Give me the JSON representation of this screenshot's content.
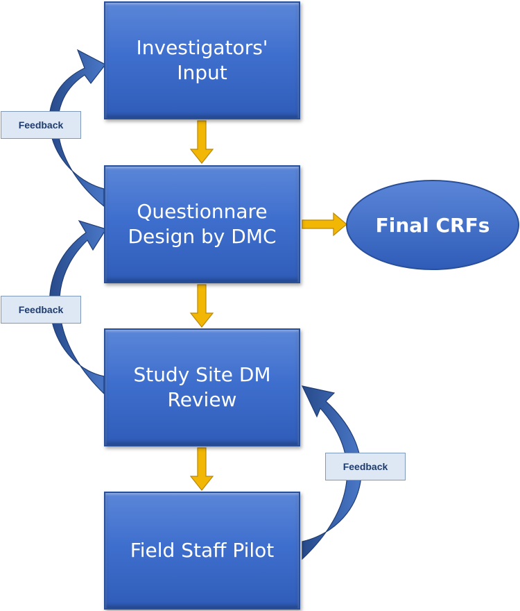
{
  "boxes": {
    "investigators_input": "Investigators'\nInput",
    "questionnaire_design": "Questionnare\nDesign by DMC",
    "study_site_review": "Study Site DM\nReview",
    "field_staff_pilot": "Field Staff Pilot"
  },
  "final_node": {
    "label": "Final CRFs"
  },
  "feedback_labels": [
    "Feedback",
    "Feedback",
    "Feedback"
  ],
  "colors": {
    "box_fill": "#4472c4",
    "connector_arrow": "#f0b000",
    "feedback_arrow": "#2f5597",
    "feedback_label_fill": "#dde8f4"
  }
}
